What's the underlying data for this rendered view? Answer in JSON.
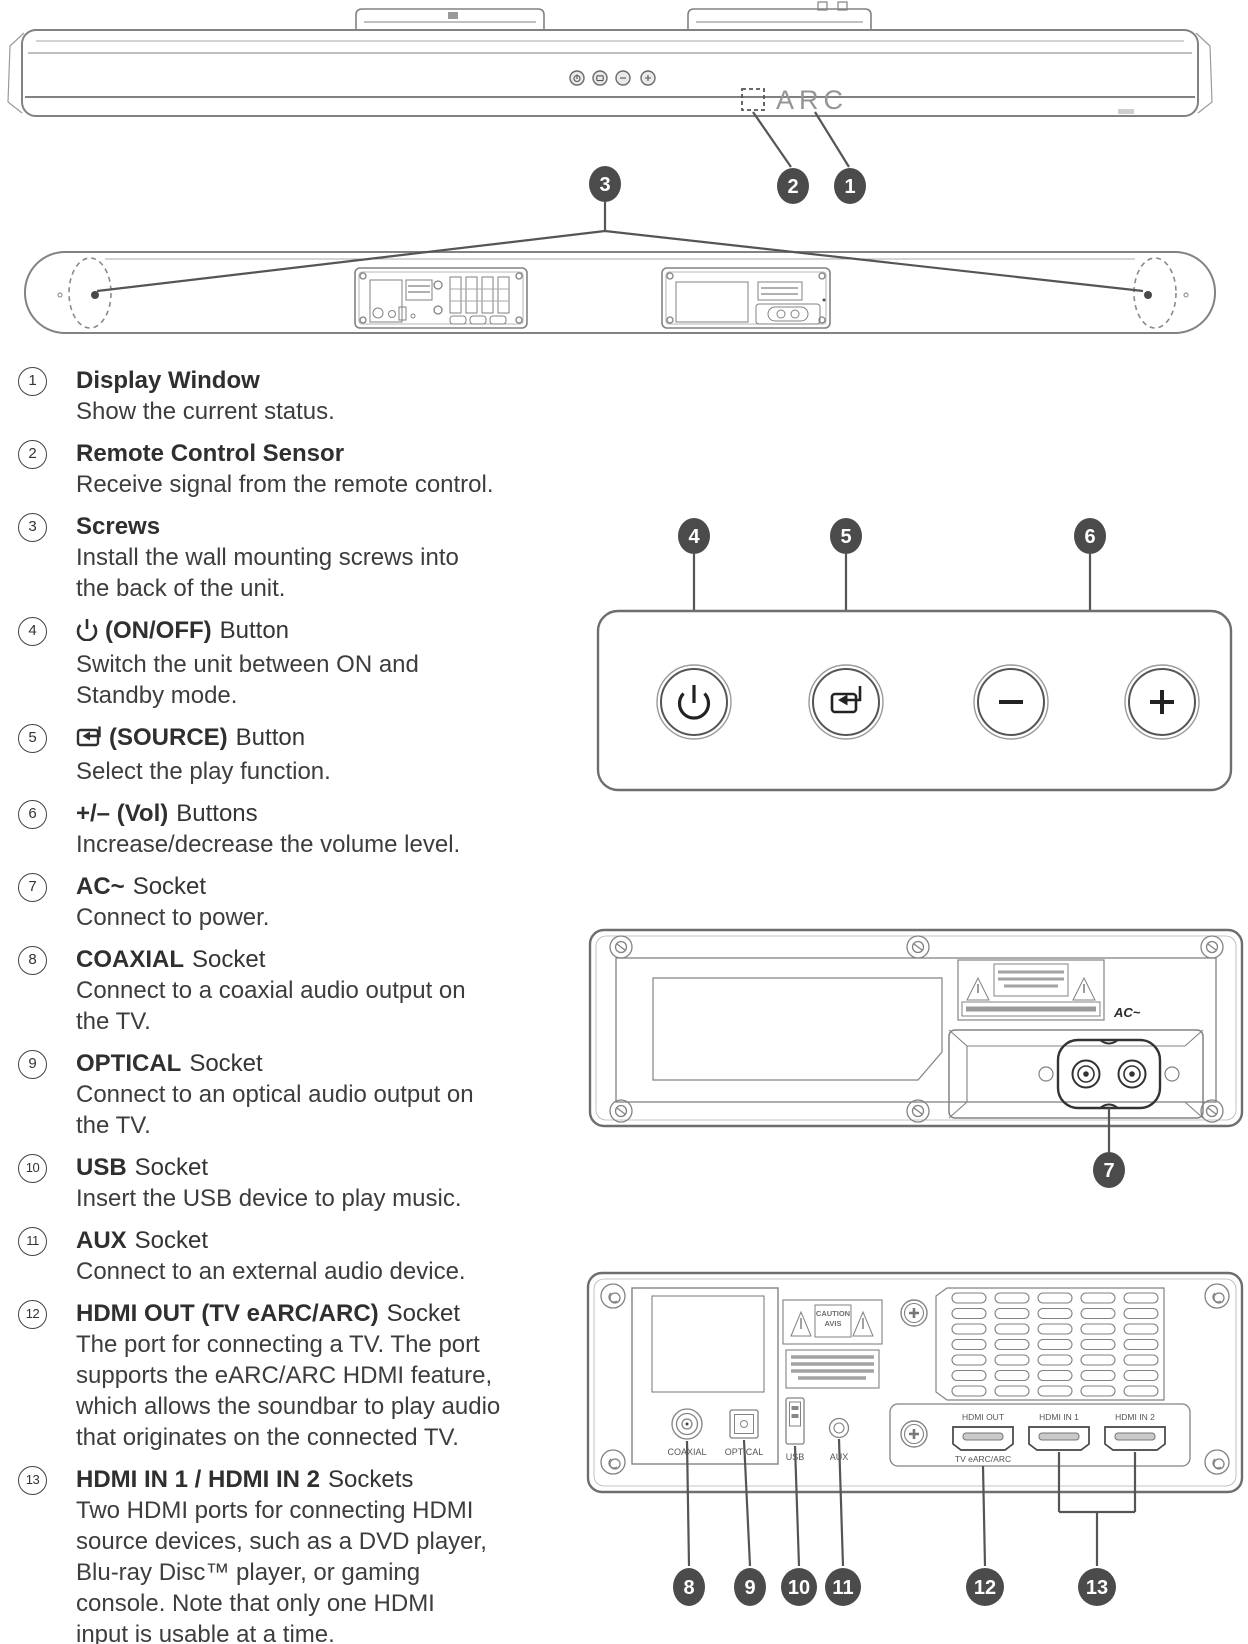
{
  "labels": {
    "display_text": "ARC",
    "ac": "AC~",
    "caution": "CAUTION",
    "avis": "AVIS",
    "coaxial": "COAXIAL",
    "optical": "OPTICAL",
    "usb": "USB",
    "aux": "AUX",
    "hdmi_out": "HDMI OUT",
    "tv_earc_arc": "TV eARC/ARC",
    "hdmi_in_1": "HDMI IN 1",
    "hdmi_in_2": "HDMI IN 2"
  },
  "items": [
    {
      "num": "1",
      "title_bold": "Display Window",
      "title_rest": "",
      "lines": [
        "Show the current status."
      ]
    },
    {
      "num": "2",
      "title_bold": "Remote Control Sensor",
      "title_rest": "",
      "lines": [
        "Receive signal from the remote control."
      ]
    },
    {
      "num": "3",
      "title_bold": "Screws",
      "title_rest": "",
      "lines": [
        "Install the wall mounting screws into",
        "the back of the unit."
      ]
    },
    {
      "num": "4",
      "title_bold": "(ON/OFF)",
      "title_rest": "Button",
      "lines": [
        "Switch the unit between ON and",
        "Standby mode."
      ]
    },
    {
      "num": "5",
      "title_bold": "(SOURCE)",
      "title_rest": "Button",
      "lines": [
        "Select the play function."
      ]
    },
    {
      "num": "6",
      "title_bold": "+/– (Vol)",
      "title_rest": "Buttons",
      "lines": [
        "Increase/decrease the volume level."
      ]
    },
    {
      "num": "7",
      "title_bold": "AC~",
      "title_rest": "Socket",
      "lines": [
        "Connect to power."
      ]
    },
    {
      "num": "8",
      "title_bold": "COAXIAL",
      "title_rest": "Socket",
      "lines": [
        "Connect to a coaxial audio output on",
        "the TV."
      ]
    },
    {
      "num": "9",
      "title_bold": "OPTICAL",
      "title_rest": "Socket",
      "lines": [
        "Connect to an optical audio output on",
        "the TV."
      ]
    },
    {
      "num": "10",
      "title_bold": "USB",
      "title_rest": "Socket",
      "lines": [
        "Insert the USB device to play music."
      ]
    },
    {
      "num": "11",
      "title_bold": "AUX",
      "title_rest": "Socket",
      "lines": [
        "Connect to an external audio device."
      ]
    },
    {
      "num": "12",
      "title_bold": "HDMI OUT (TV eARC/ARC)",
      "title_rest": "Socket",
      "lines": [
        "The port for connecting a TV. The port",
        "supports the eARC/ARC HDMI feature,",
        "which allows the soundbar to play audio",
        "that originates on the connected TV."
      ]
    },
    {
      "num": "13",
      "title_bold": "HDMI IN 1 / HDMI IN 2",
      "title_rest": "Sockets",
      "lines": [
        "Two HDMI ports for connecting HDMI",
        "source devices, such as a DVD player,",
        "Blu-ray Disc™ player, or gaming",
        "console. Note that only one HDMI",
        "input is usable at a time."
      ]
    }
  ],
  "colors": {
    "badge": "#4b4b4b",
    "line_art": "#828282",
    "dark_line": "#4a4a4a",
    "text": "#383838",
    "muted": "#959595"
  }
}
